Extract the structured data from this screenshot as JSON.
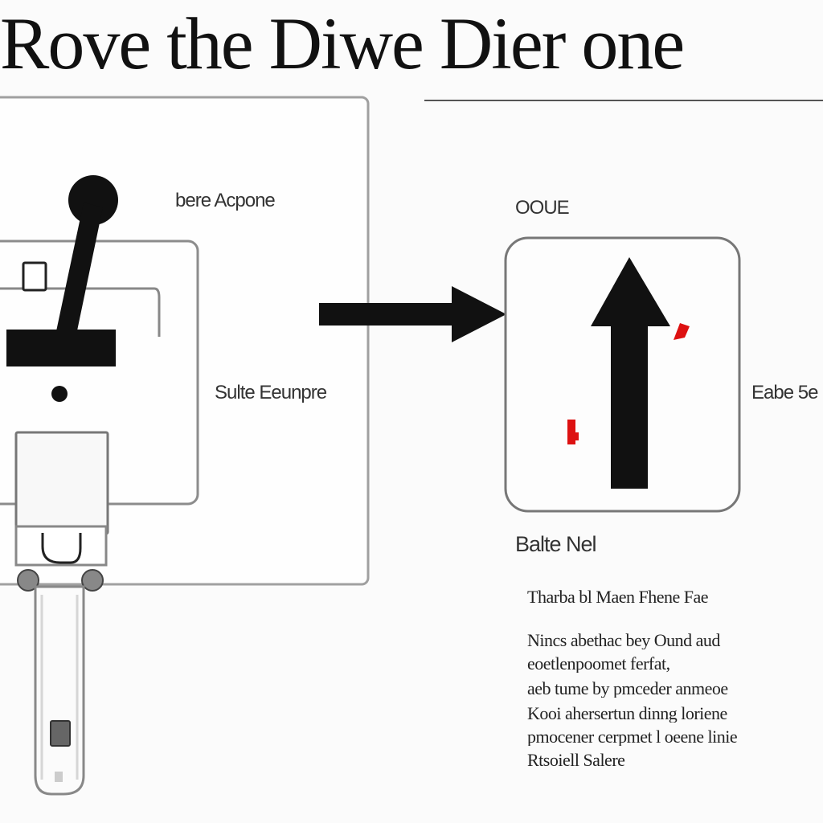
{
  "title": "Rove the Diwe Dier one",
  "labels": {
    "left_panel_top": "bere Acpone",
    "left_panel_middle": "Sulte Eeunpre",
    "right_panel_top": "OOUE",
    "right_panel_side": "Eabe 5e",
    "right_panel_bottom": "Balte Nel"
  },
  "description": {
    "heading": "Tharba bl Maen Fhene Fae",
    "lines": [
      "Nincs abethac bey Ound aud",
      "eoetlenpoomet ferfat,",
      "aeb tume by pmceder anmeoe",
      "Kooi ahersertun dinng loriene",
      "pmocener cerpmet l oeene linie",
      "Rtsoiell Salere"
    ]
  },
  "icons": {
    "lever": "lever-switch-icon",
    "flow_arrow": "right-arrow-icon",
    "up_arrow": "up-arrow-icon"
  },
  "colors": {
    "stroke": "#111111",
    "panel_border": "#9a9a9a",
    "accent": "#dd1111"
  }
}
